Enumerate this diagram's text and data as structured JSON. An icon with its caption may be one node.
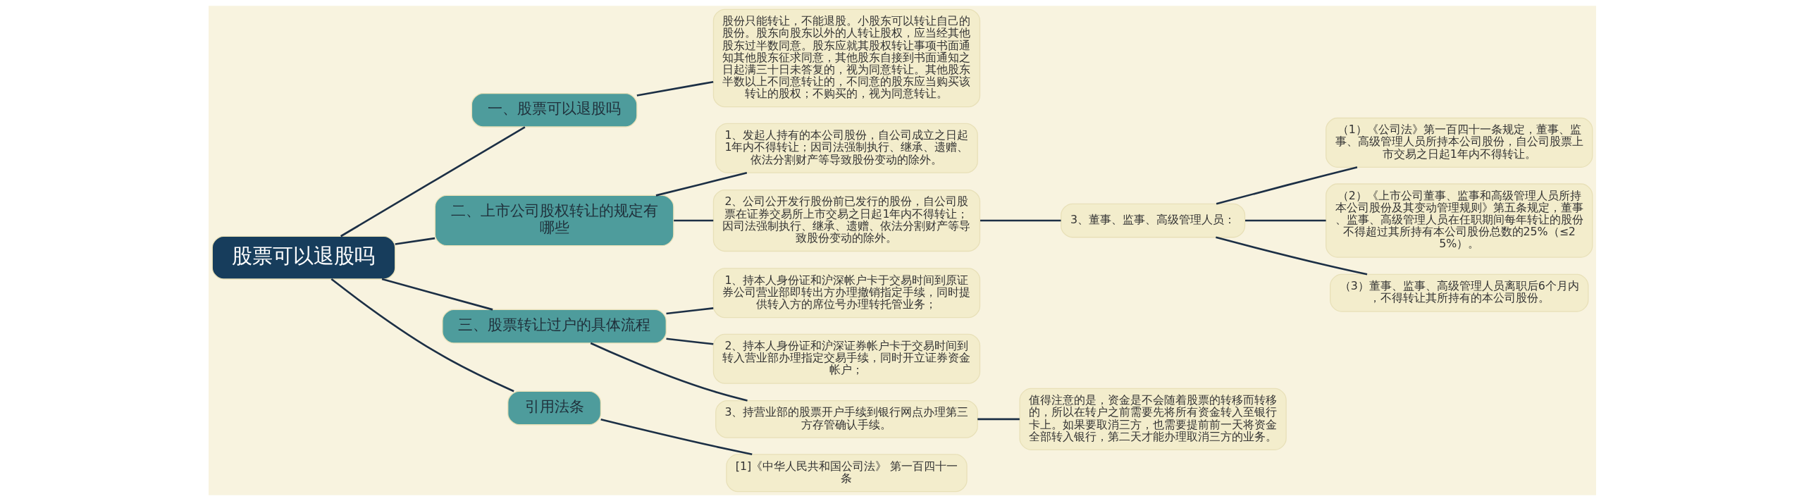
{
  "diagram": {
    "nodes": [
      {
        "text": [
          "股票可以退股吗"
        ]
      },
      {
        "text": [
          "一、股票可以退股吗"
        ]
      },
      {
        "text": [
          "股份只能转让，不能退股。小股东可以转让自己的股份。股东向股东以外的人转让股权，应当经其他股东过半数同意。股东应就其股权转让事项书面通知其他股东征求同意，其他股东自接到书面通知之日起满三十日未答复的，视为同意转让。其他股东半数以上不同意转让的，不同意的股东应当购买该转让的股权；不购买的，视为同意转让。"
        ]
      },
      {
        "text": [
          "二、上市公司股权转让的规定有哪些"
        ]
      },
      {
        "text": [
          "1、发起人持有的本公司股份，自公司成立之日起1年内不得转让；因司法强制执行、继承、遗赠、依法分割财产等导致股份变动的除外。"
        ]
      },
      {
        "text": [
          "2、公司公开发行股份前已发行的股份，自公司股票在证券交易所上市交易之日起1年内不得转让；因司法强制执行、继承、遗赠、依法分割财产等导致股份变动的除外。"
        ]
      },
      {
        "text": [
          "3、董事、监事、高级管理人员："
        ]
      },
      {
        "text": [
          "（1）《公司法》第一百四十一条规定，董事、监事、高级管理人员所持本公司股份，自公司股票上市交易之日起1年内不得转让。"
        ]
      },
      {
        "text": [
          "（2）《上市公司董事、监事和高级管理人员所持本公司股份及其变动管理规则》第五条规定，董事、监事、高级管理人员在任职期间每年转让的股份不得超过其所持有本公司股份总数的25%（≤25%）。"
        ]
      },
      {
        "text": [
          "（3）董事、监事、高级管理人员离职后6个月内，不得转让其所持有的本公司股份。"
        ]
      },
      {
        "text": [
          "三、股票转让过户的具体流程"
        ]
      },
      {
        "text": [
          "1、持本人身份证和沪深帐户卡于交易时间到原证券公司营业部即转出方办理撤销指定手续，同时提供转入方的席位号办理转托管业务；"
        ]
      },
      {
        "text": [
          "2、持本人身份证和沪深证券帐户卡于交易时间到转入营业部办理指定交易手续，同时开立证券资金帐户；"
        ]
      },
      {
        "text": [
          "3、持营业部的股票开户手续到银行网点办理第三方存管确认手续。"
        ]
      },
      {
        "text": [
          "值得注意的是，资金是不会随着股票的转移而转移的，所以在转户之前需要先将所有资金转入至银行卡上。如果要取消三方，也需要提前前一天将资金全部转入银行，第二天才能办理取消三方的业务。"
        ]
      },
      {
        "text": [
          "引用法条"
        ]
      },
      {
        "text": [
          "[1]《中华人民共和国公司法》 第一百四十一条"
        ]
      }
    ],
    "edges": [
      {
        "from": 0,
        "to": 1,
        "arrow": "none"
      },
      {
        "from": 1,
        "to": 2,
        "arrow": "none"
      },
      {
        "from": 0,
        "to": 3,
        "arrow": "none"
      },
      {
        "from": 3,
        "to": 4,
        "arrow": "none"
      },
      {
        "from": 3,
        "to": 5,
        "arrow": "none"
      },
      {
        "from": 5,
        "to": 6,
        "arrow": "none"
      },
      {
        "from": 6,
        "to": 7,
        "arrow": "none"
      },
      {
        "from": 6,
        "to": 8,
        "arrow": "none"
      },
      {
        "from": 6,
        "to": 9,
        "arrow": "none"
      },
      {
        "from": 0,
        "to": 10,
        "arrow": "none"
      },
      {
        "from": 10,
        "to": 11,
        "arrow": "none"
      },
      {
        "from": 10,
        "to": 12,
        "arrow": "none"
      },
      {
        "from": 10,
        "to": 13,
        "arrow": "none"
      },
      {
        "from": 13,
        "to": 14,
        "arrow": "none"
      },
      {
        "from": 0,
        "to": 15,
        "arrow": "none"
      },
      {
        "from": 15,
        "to": 16,
        "arrow": "none"
      }
    ]
  }
}
